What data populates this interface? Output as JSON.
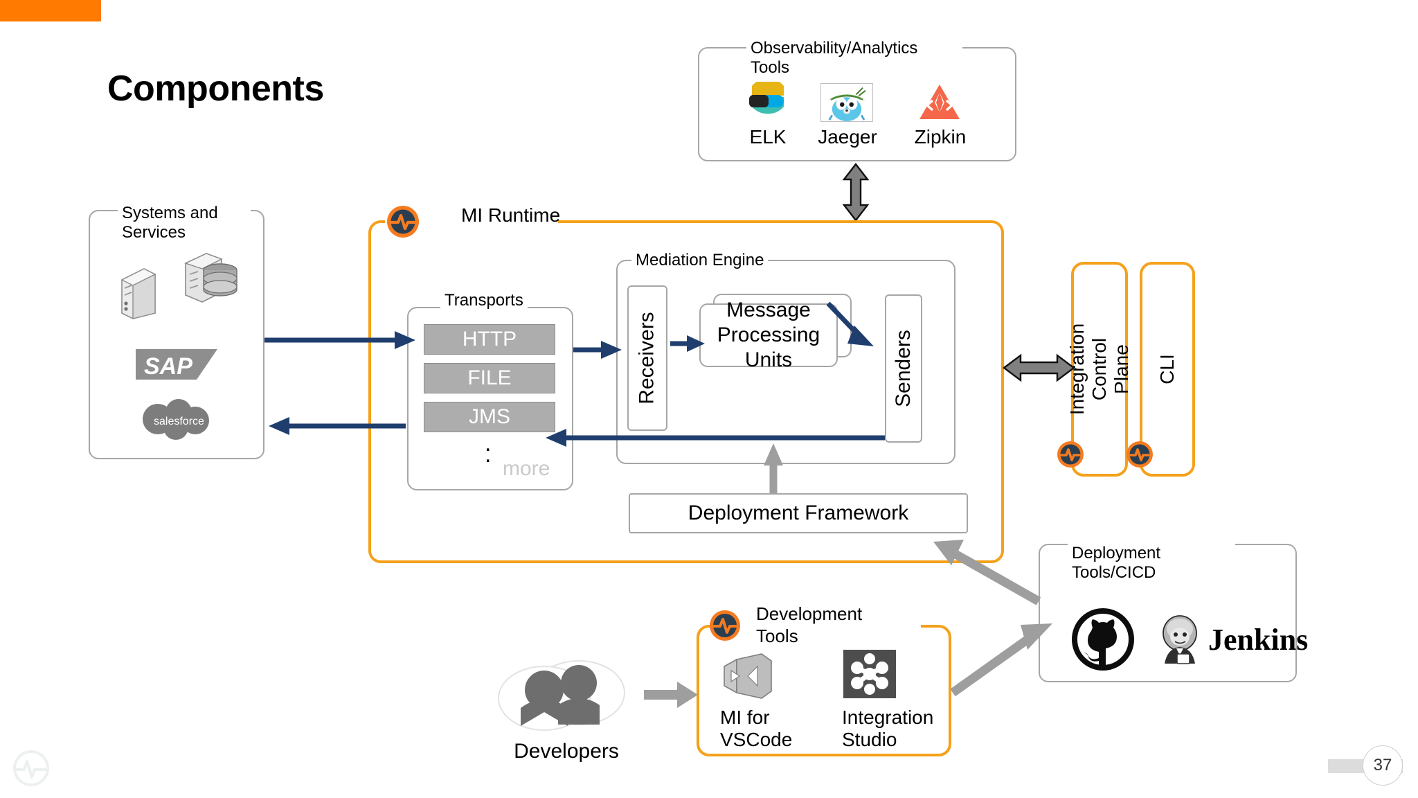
{
  "slide": {
    "title": "Components",
    "number": "37",
    "accent_color": "#FF7A00",
    "runtime_border_color": "#F5A11B",
    "arrow_navy": "#1F3E6E",
    "arrow_gray": "#808080",
    "footer_logo": "wso2-logo-icon"
  },
  "observability": {
    "label": "Observability/Analytics\nTools",
    "tools": [
      {
        "name": "ELK",
        "icon": "elk-logo-icon"
      },
      {
        "name": "Jaeger",
        "icon": "jaeger-gopher-icon"
      },
      {
        "name": "Zipkin",
        "icon": "zipkin-logo-icon"
      }
    ]
  },
  "systems": {
    "label": "Systems and\nServices",
    "items": [
      {
        "name": "server-icon"
      },
      {
        "name": "database-icon"
      },
      {
        "name": "sap-logo-icon"
      },
      {
        "name": "salesforce-logo-icon"
      }
    ]
  },
  "runtime": {
    "label": "MI Runtime",
    "badge_icon": "wso2-runtime-badge-icon",
    "transports": {
      "label": "Transports",
      "items": [
        "HTTP",
        "FILE",
        "JMS"
      ],
      "more_label": "more"
    },
    "mediation": {
      "label": "Mediation Engine",
      "receivers": "Receivers",
      "senders": "Senders",
      "processing_units": "Message\nProcessing\nUnits"
    },
    "deployment_framework": "Deployment Framework"
  },
  "control_plane": {
    "label": "Integration\nControl Plane",
    "badge_icon": "wso2-badge-icon"
  },
  "cli": {
    "label": "CLI",
    "badge_icon": "wso2-badge-icon"
  },
  "dev_tools": {
    "label": "Development\nTools",
    "badge_icon": "wso2-runtime-badge-icon",
    "tools": [
      {
        "name": "MI for\nVSCode",
        "icon": "visual-studio-logo-icon"
      },
      {
        "name": "Integration\nStudio",
        "icon": "integration-studio-logo-icon"
      }
    ]
  },
  "developers": {
    "label": "Developers",
    "icon": "developers-people-icon"
  },
  "cicd": {
    "label": "Deployment\nTools/CICD",
    "tools": [
      {
        "name": "github-logo-icon"
      },
      {
        "name": "jenkins-logo-icon",
        "text": "Jenkins"
      }
    ]
  }
}
